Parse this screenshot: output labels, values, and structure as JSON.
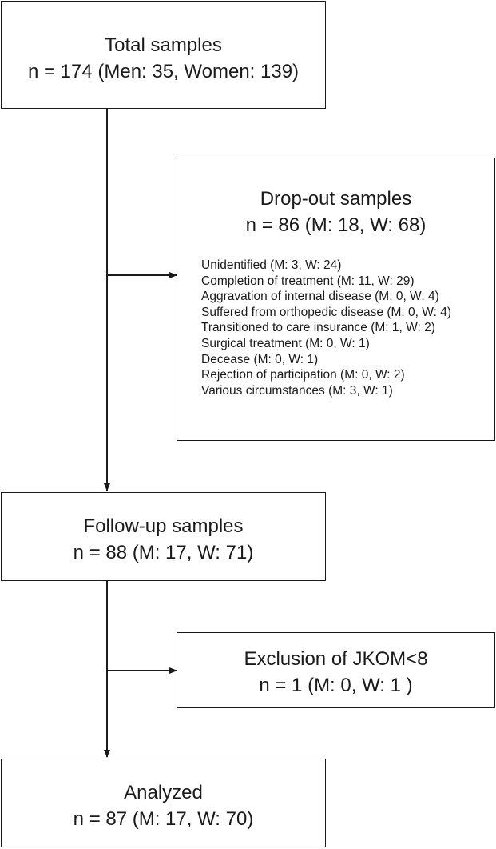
{
  "total": {
    "title": "Total samples",
    "count": "n = 174 (Men: 35, Women: 139)"
  },
  "dropout": {
    "title": "Drop-out samples",
    "count": "n = 86 (M: 18, W: 68)",
    "reasons": [
      "Unidentified (M: 3, W: 24)",
      "Completion of treatment (M: 11, W: 29)",
      "Aggravation of internal disease (M: 0, W: 4)",
      "Suffered from orthopedic disease (M: 0, W: 4)",
      "Transitioned to care insurance (M: 1, W: 2)",
      "Surgical treatment (M: 0, W: 1)",
      "Decease (M: 0, W: 1)",
      "Rejection of participation (M: 0, W: 2)",
      "Various circumstances (M: 3, W: 1)"
    ]
  },
  "followup": {
    "title": "Follow-up samples",
    "count": "n = 88 (M: 17, W: 71)"
  },
  "exclusion": {
    "title": "Exclusion of JKOM<8",
    "count": "n = 1 (M: 0, W: 1 )"
  },
  "analyzed": {
    "title": "Analyzed",
    "count": "n = 87 (M: 17, W: 70)"
  }
}
